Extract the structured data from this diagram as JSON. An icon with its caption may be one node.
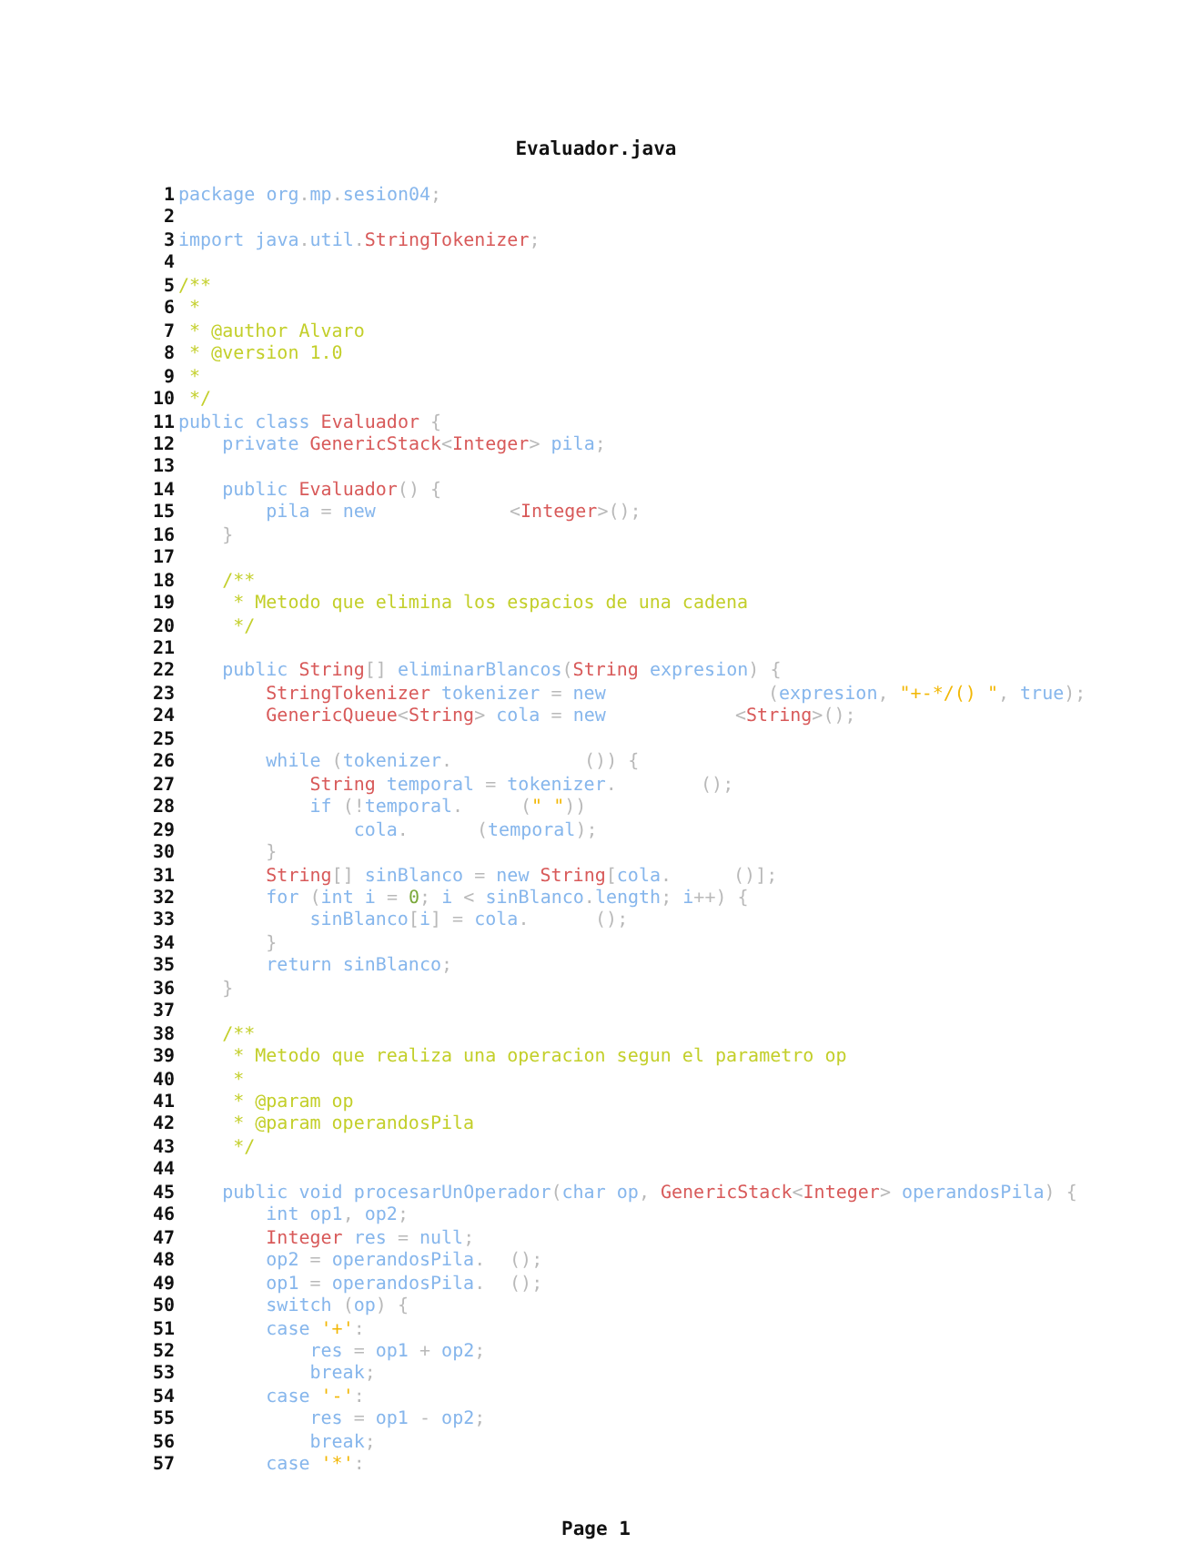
{
  "diagram": {
    "title": "Evaluador.java",
    "caption": "Page 1",
    "labels": [
      "1",
      "package org.mp.sesion04;",
      "2",
      "3",
      "import java.util.StringTokenizer;",
      "4",
      "5",
      "/**",
      "6",
      "*",
      "7",
      "* @author Alvaro",
      "8",
      "* @version 1.0",
      "9",
      "*",
      "10",
      "*/",
      "11",
      "public class Evaluador {",
      "12",
      "private GenericStack<Integer> pila;",
      "13",
      "14",
      "public Evaluador() {",
      "15",
      "pila = new",
      "<Integer>();",
      "16",
      "}",
      "17",
      "18",
      "/**",
      "19",
      "* Metodo que elimina los espacios de una cadena",
      "20",
      "*/",
      "21",
      "22",
      "public String[] eliminarBlancos(String expresion) {",
      "23",
      "StringTokenizer tokenizer = new",
      "(expresion, \"+-*/() \", true);",
      "24",
      "GenericQueue<String> cola = new",
      "<String>();",
      "25",
      "26",
      "while (tokenizer.",
      "()) {",
      "27",
      "String temporal = tokenizer.",
      "();",
      "28",
      "if (!temporal.",
      "(\" \"))",
      "29",
      "cola.",
      "(temporal);",
      "30",
      "}",
      "31",
      "String[] sinBlanco = new String[cola.",
      "()];",
      "32",
      "for (int i = 0; i < sinBlanco.length; i++) {",
      "33",
      "sinBlanco[i] = cola.",
      "();",
      "34",
      "}",
      "35",
      "return sinBlanco;",
      "36",
      "}",
      "37",
      "38",
      "/**",
      "39",
      "* Metodo que realiza una operacion segun el parametro op",
      "40",
      "*",
      "41",
      "* @param op",
      "42",
      "* @param operandosPila",
      "43",
      "*/",
      "44",
      "45",
      "public void procesarUnOperador(char op, GenericStack<Integer> operandosPila) {",
      "46",
      "int op1, op2;",
      "47",
      "Integer res = null;",
      "48",
      "op2 = operandosPila.",
      "();",
      "49",
      "op1 = operandosPila.",
      "();",
      "50",
      "switch (op) {",
      "51",
      "case '+':",
      "52",
      "res = op1 + op2;",
      "53",
      "break;",
      "54",
      "case '-':",
      "55",
      "res = op1 - op2;",
      "56",
      "break;",
      "57",
      "case '*':"
    ]
  }
}
